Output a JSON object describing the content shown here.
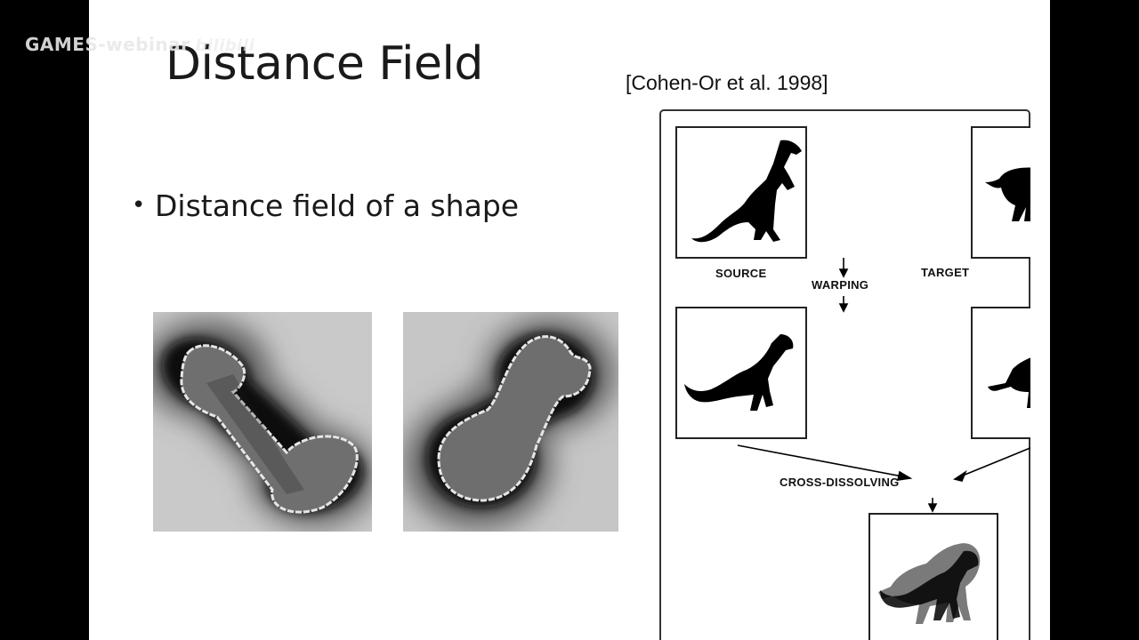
{
  "watermark": {
    "text": "GAMES-webinar",
    "logo": "bilibili"
  },
  "slide": {
    "title": "Distance Field",
    "bullet_mark": "•",
    "bullet": "Distance field of a shape",
    "citation": "[Cohen-Or et al. 1998]"
  },
  "figure": {
    "source_label": "SOURCE",
    "target_label": "TARGET",
    "warping_label": "WARPING",
    "cross_dissolving_label": "CROSS-DISSOLVING"
  },
  "colors": {
    "slide_bg": "#ffffff",
    "frame_bg": "#000000",
    "text": "#1a1a1a",
    "silhouette": "#000000",
    "contour": "#e8e8e8"
  }
}
